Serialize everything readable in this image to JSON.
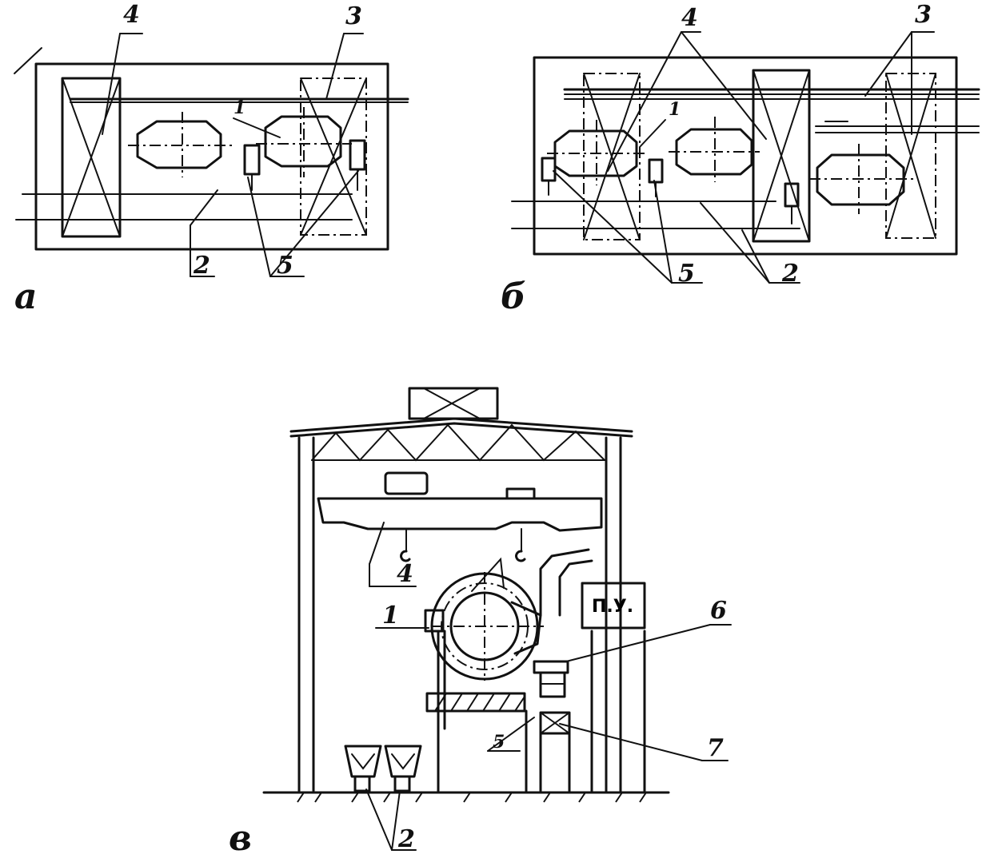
{
  "panels": {
    "a": {
      "letter": "а",
      "labels": {
        "converter": "1",
        "rails": "2",
        "gantry_right": "3",
        "gantry_left": "4",
        "units": "5"
      }
    },
    "b": {
      "letter": "б",
      "labels": {
        "converter": "1",
        "rails": "2",
        "gantry": "3",
        "crane": "4",
        "units": "5"
      }
    },
    "v": {
      "letter": "в",
      "control_panel": "П.У.",
      "labels": {
        "converter": "1",
        "ladles": "2",
        "crane": "4",
        "base": "5",
        "stand": "6",
        "support": "7"
      }
    }
  }
}
